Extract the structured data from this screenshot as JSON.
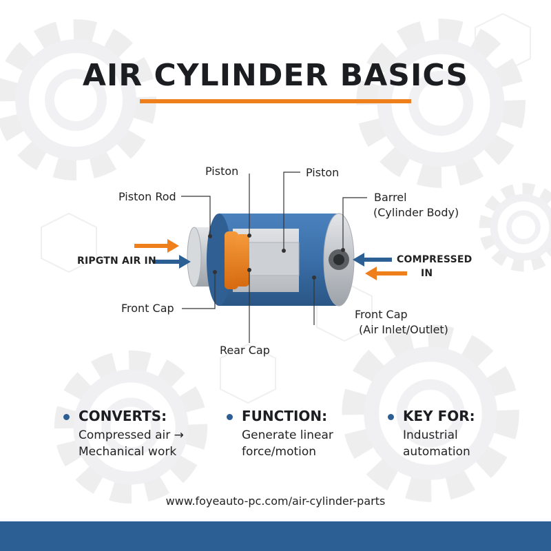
{
  "title": "AIR CYLINDER BASICS",
  "colors": {
    "accent_orange": "#ef7f1a",
    "accent_blue": "#2c5f94",
    "barrel_blue": "#3a6fa9",
    "steel_gray": "#c9ccd0"
  },
  "labels": {
    "piston_top": "Piston",
    "piston_right": "Piston",
    "piston_rod": "Piston Rod",
    "barrel_line1": "Barrel",
    "barrel_line2": "(Cylinder Body)",
    "air_in_left": "RIPGTN AIR IN",
    "compressed_line1": "COMPRESSED",
    "compressed_line2": "IN",
    "front_cap_left": "Front Cap",
    "front_cap_right_line1": "Front Cap",
    "front_cap_right_line2": "(Air Inlet/Outlet)",
    "rear_cap": "Rear Cap"
  },
  "features": [
    {
      "title": "CONVERTS:",
      "line1": "Compressed air →",
      "line2": "Mechanical work"
    },
    {
      "title": "FUNCTION:",
      "line1": "Generate linear",
      "line2": "force/motion"
    },
    {
      "title": "KEY FOR:",
      "line1": "Industrial",
      "line2": "automation"
    }
  ],
  "url": "www.foyeauto-pc.com/air-cylinder-parts"
}
